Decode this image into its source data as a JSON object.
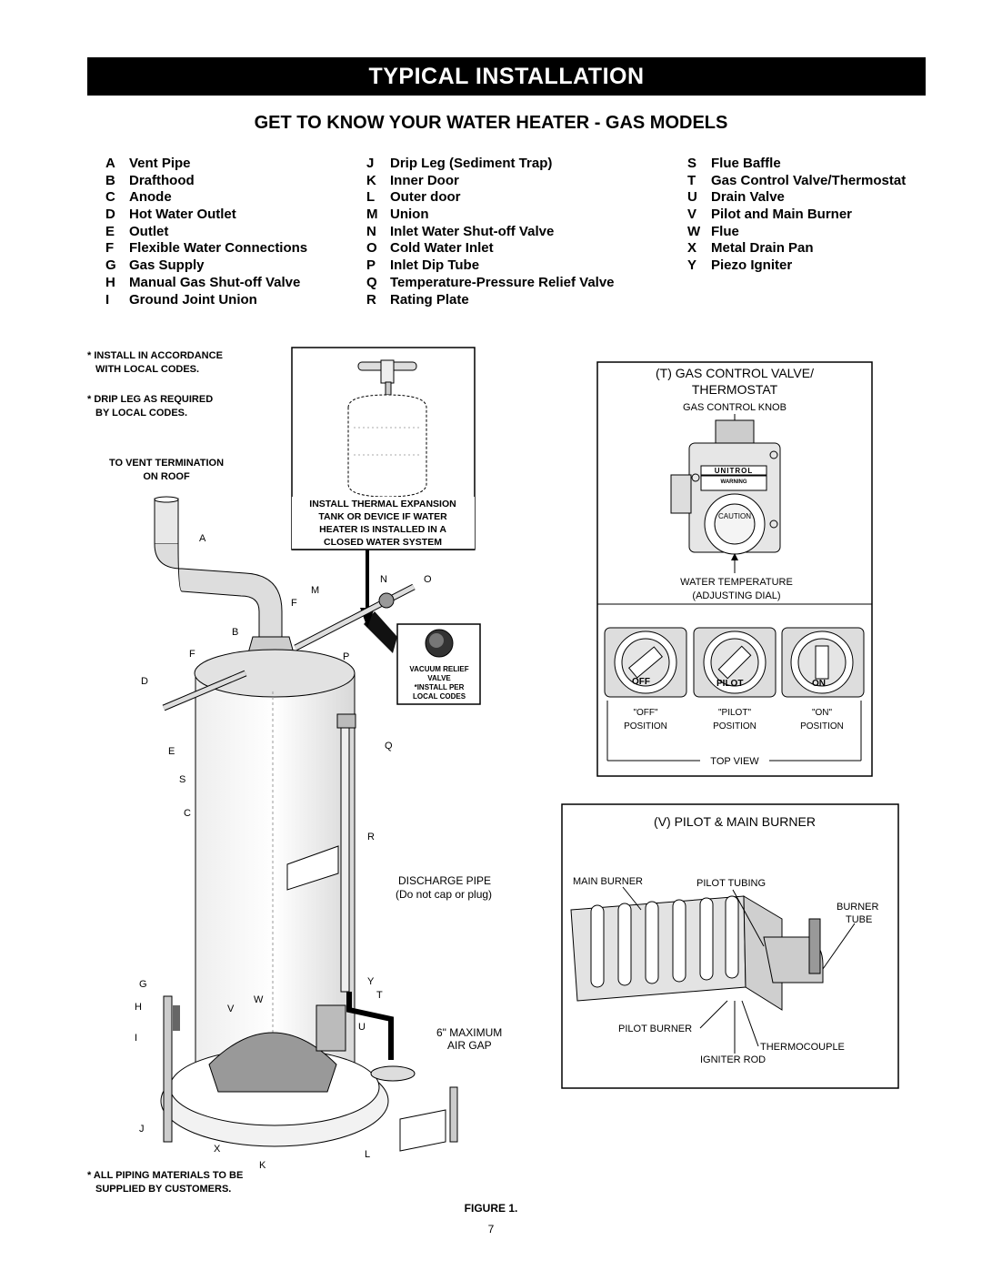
{
  "header": {
    "banner": "TYPICAL INSTALLATION",
    "subtitle": "GET TO KNOW YOUR WATER HEATER - GAS MODELS"
  },
  "legend": [
    [
      {
        "key": "A",
        "label": "Vent Pipe"
      },
      {
        "key": "B",
        "label": "Drafthood"
      },
      {
        "key": "C",
        "label": "Anode"
      },
      {
        "key": "D",
        "label": "Hot Water Outlet"
      },
      {
        "key": "E",
        "label": "Outlet"
      },
      {
        "key": "F",
        "label": "Flexible Water Connections"
      },
      {
        "key": "G",
        "label": "Gas Supply"
      },
      {
        "key": "H",
        "label": "Manual Gas Shut-off Valve"
      },
      {
        "key": "I",
        "label": "Ground Joint Union"
      }
    ],
    [
      {
        "key": "J",
        "label": "Drip Leg (Sediment Trap)"
      },
      {
        "key": "K",
        "label": "Inner Door"
      },
      {
        "key": "L",
        "label": "Outer door"
      },
      {
        "key": "M",
        "label": "Union"
      },
      {
        "key": "N",
        "label": "Inlet Water Shut-off Valve"
      },
      {
        "key": "O",
        "label": "Cold Water Inlet"
      },
      {
        "key": "P",
        "label": "Inlet Dip Tube"
      },
      {
        "key": "Q",
        "label": "Temperature-Pressure Relief Valve"
      },
      {
        "key": "R",
        "label": "Rating Plate"
      }
    ],
    [
      {
        "key": "S",
        "label": "Flue Baffle"
      },
      {
        "key": "T",
        "label": "Gas Control Valve/Thermostat"
      },
      {
        "key": "U",
        "label": "Drain Valve"
      },
      {
        "key": "V",
        "label": "Pilot and Main Burner"
      },
      {
        "key": "W",
        "label": "Flue"
      },
      {
        "key": "X",
        "label": "Metal Drain Pan"
      },
      {
        "key": "Y",
        "label": "Piezo Igniter"
      }
    ]
  ],
  "notes": {
    "install_1": "* INSTALL IN ACCORDANCE",
    "install_2": "WITH LOCAL CODES.",
    "drip_1": "* DRIP LEG AS REQUIRED",
    "drip_2": "BY LOCAL CODES.",
    "vent_1": "TO VENT TERMINATION",
    "vent_2": "ON ROOF",
    "piping_1": "* ALL PIPING MATERIALS TO BE",
    "piping_2": "SUPPLIED BY CUSTOMERS."
  },
  "expansion_tank": {
    "line1": "INSTALL THERMAL EXPANSION",
    "line2": "TANK OR DEVICE IF WATER",
    "line3": "HEATER IS INSTALLED IN A",
    "line4": "CLOSED WATER SYSTEM"
  },
  "vacuum_relief": {
    "line1": "VACUUM RELIEF",
    "line2": "VALVE",
    "line3": "*INSTALL PER",
    "line4": "LOCAL CODES"
  },
  "heater_labels": {
    "A": "A",
    "B": "B",
    "C": "C",
    "D": "D",
    "E": "E",
    "F1": "F",
    "F2": "F",
    "G": "G",
    "H": "H",
    "I": "I",
    "J": "J",
    "K": "K",
    "L": "L",
    "M": "M",
    "N": "N",
    "O": "O",
    "P": "P",
    "Q": "Q",
    "R": "R",
    "S": "S",
    "T": "T",
    "U": "U",
    "V": "V",
    "W": "W",
    "X": "X",
    "Y": "Y"
  },
  "discharge": {
    "line1": "DISCHARGE PIPE",
    "line2": "(Do not cap or plug)"
  },
  "air_gap": {
    "line1": "6\" MAXIMUM",
    "line2": "AIR GAP"
  },
  "gas_control": {
    "title1": "(T) GAS CONTROL VALVE/",
    "title2": "THERMOSTAT",
    "knob": "GAS CONTROL KNOB",
    "brand": "UNITROL",
    "warning": "WARNING",
    "caution": "CAUTION",
    "water_temp1": "WATER TEMPERATURE",
    "water_temp2": "(ADJUSTING DIAL)",
    "dial_off": "OFF",
    "dial_pilot": "PILOT",
    "dial_on": "ON",
    "off_q": "\"OFF\"",
    "off_p": "POSITION",
    "pilot_q": "\"PILOT\"",
    "pilot_p": "POSITION",
    "on_q": "\"ON\"",
    "on_p": "POSITION",
    "top_view": "TOP VIEW"
  },
  "burner": {
    "title": "(V) PILOT & MAIN BURNER",
    "main_burner": "MAIN BURNER",
    "pilot_tubing": "PILOT TUBING",
    "burner_tube1": "BURNER",
    "burner_tube2": "TUBE",
    "pilot_burner": "PILOT BURNER",
    "thermocouple": "THERMOCOUPLE",
    "igniter_rod": "IGNITER ROD"
  },
  "footer": {
    "figure": "FIGURE 1.",
    "page": "7"
  }
}
